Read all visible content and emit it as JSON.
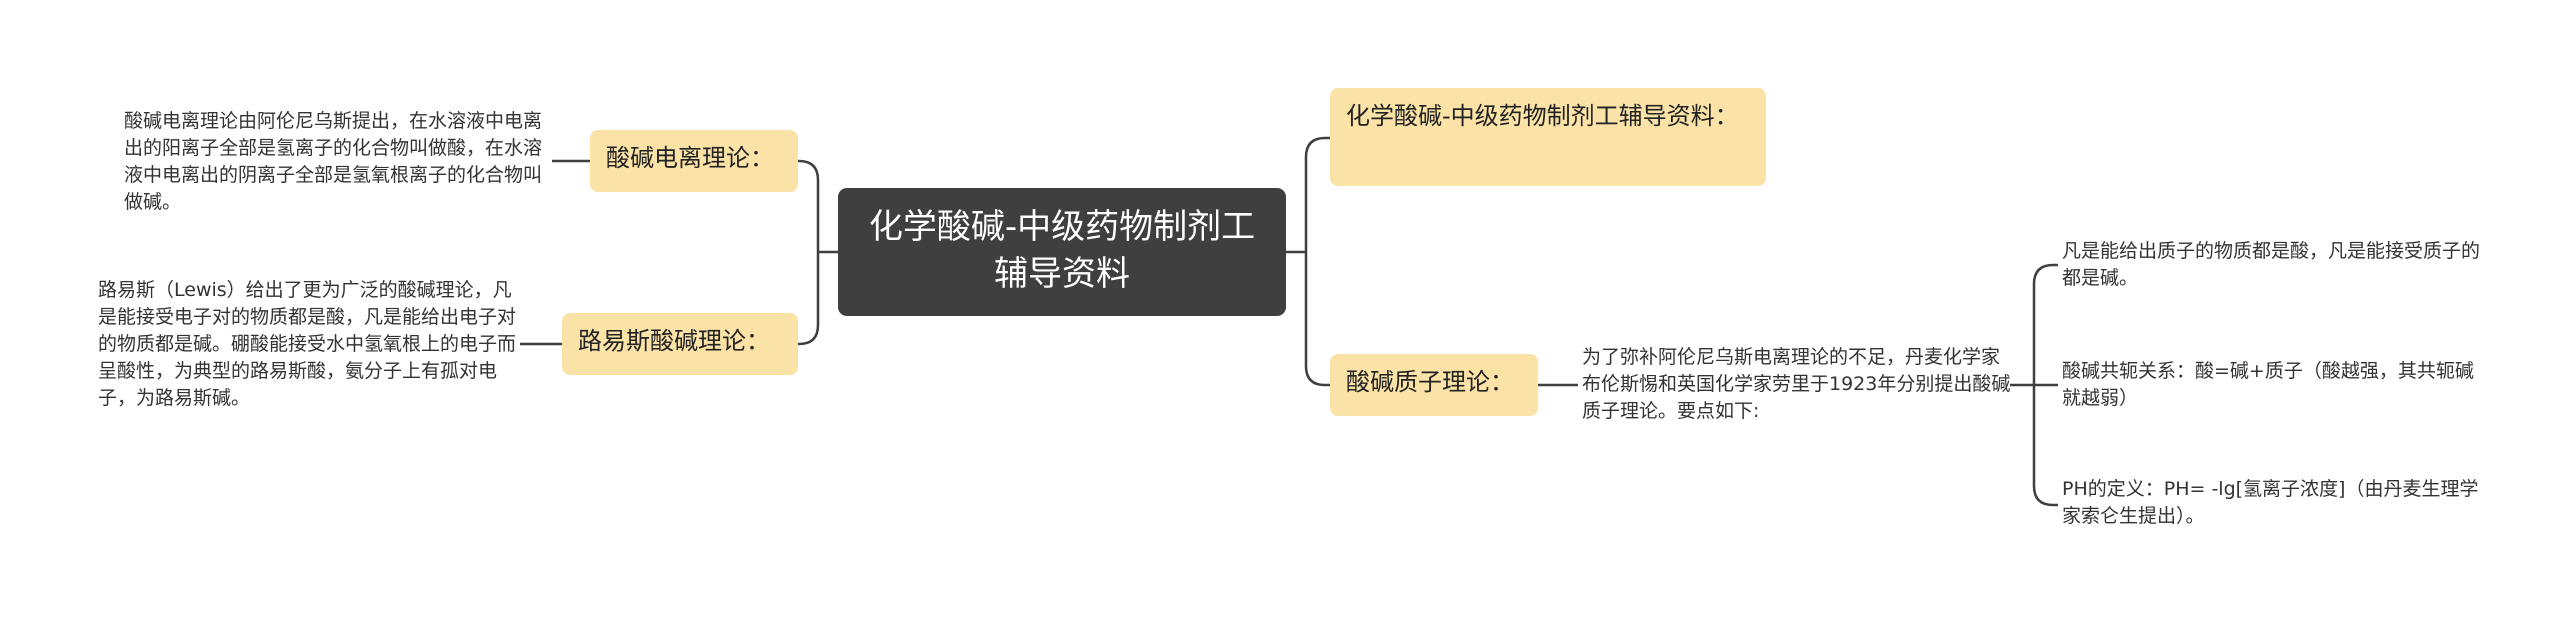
{
  "central": "化学酸碱-中级药物制剂工辅导资料",
  "right_topics": [
    {
      "label": "化学酸碱-中级药物制剂工辅导资料："
    },
    {
      "label": "酸碱质子理论：",
      "detail": "为了弥补阿伦尼乌斯电离理论的不足，丹麦化学家布伦斯惕和英国化学家劳里于1923年分别提出酸碱质子理论。要点如下:",
      "points": [
        "凡是能给出质子的物质都是酸，凡是能接受质子的都是碱。",
        "酸碱共轭关系：酸=碱+质子（酸越强，其共轭碱就越弱）",
        "PH的定义：PH= -lg[氢离子浓度]（由丹麦生理学家索仑生提出）。"
      ]
    }
  ],
  "left_topics": [
    {
      "label": "酸碱电离理论：",
      "detail": "酸碱电离理论由阿伦尼乌斯提出，在水溶液中电离出的阳离子全部是氢离子的化合物叫做酸，在水溶液中电离出的阴离子全部是氢氧根离子的化合物叫做碱。"
    },
    {
      "label": "路易斯酸碱理论：",
      "detail": "路易斯（Lewis）给出了更为广泛的酸碱理论，凡是能接受电子对的物质都是酸，凡是能给出电子对的物质都是碱。硼酸能接受水中氢氧根上的电子而呈酸性，为典型的路易斯酸，氨分子上有孤对电子，为路易斯碱。"
    }
  ],
  "colors": {
    "central_bg": "#3f3f3f",
    "topic_bg": "#fbe3a8",
    "line": "#3f3f3f"
  }
}
